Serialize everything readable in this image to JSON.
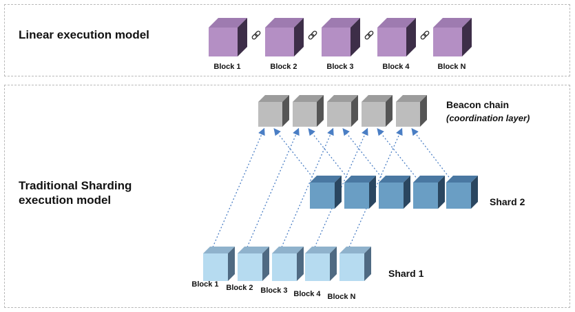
{
  "linear": {
    "title": "Linear execution model",
    "blocks": [
      "Block 1",
      "Block 2",
      "Block 3",
      "Block 4",
      "Block N"
    ],
    "link_icon": "chain-link-icon",
    "colors": {
      "front": "#b48fc4",
      "top": "#9e7bb0",
      "side": "#3d2e48"
    }
  },
  "sharding": {
    "title_line1": "Traditional Sharding",
    "title_line2": "execution model",
    "beacon": {
      "title": "Beacon chain",
      "subtitle": "(coordination layer)",
      "colors": {
        "front": "#bdbdbd",
        "top": "#9c9c9c",
        "side": "#555555"
      }
    },
    "shard2": {
      "label": "Shard 2",
      "label_color": "#4a6d9a",
      "colors": {
        "front": "#6a9ec4",
        "top": "#4a78a2",
        "side": "#2a4660"
      }
    },
    "shard1": {
      "label": "Shard 1",
      "label_color": "#7a98b6",
      "blocks": [
        "Block 1",
        "Block 2",
        "Block 3",
        "Block 4",
        "Block N"
      ],
      "colors": {
        "front": "#b6dbf0",
        "top": "#8fb2cc",
        "side": "#4f6a82"
      }
    },
    "arrow_color": "#4a7ec4"
  }
}
